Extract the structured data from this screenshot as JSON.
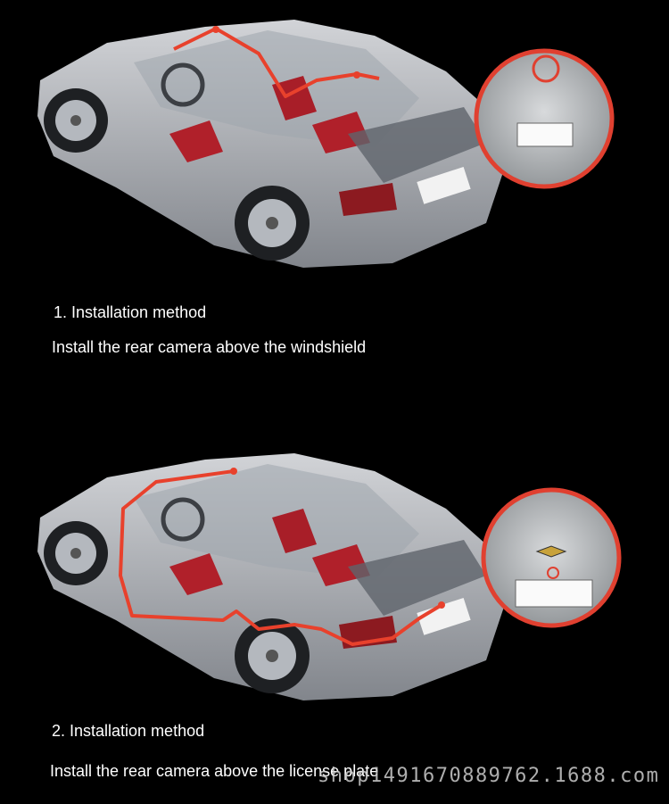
{
  "sections": [
    {
      "title": "1. Installation method",
      "description": "Install the rear camera above the windshield",
      "mount_point": "windshield-top",
      "wire_color": "#e8412c"
    },
    {
      "title": "2. Installation method",
      "description": "Install the rear camera above the license plate",
      "mount_point": "license-plate",
      "wire_color": "#e8412c"
    }
  ],
  "watermark": "shop1491670889762.1688.com",
  "colors": {
    "background": "#000000",
    "car_body": "#c9ccd1",
    "seat_red": "#b0202a",
    "callout_ring": "#e04030"
  }
}
